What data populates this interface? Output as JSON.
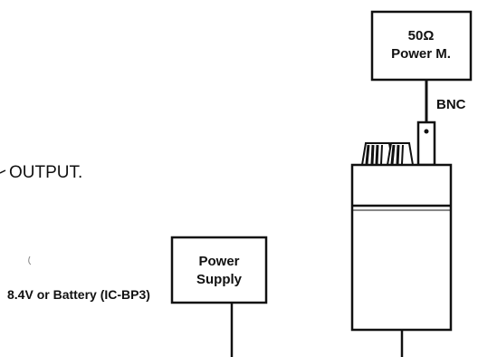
{
  "power_meter": {
    "line1": "50Ω",
    "line2": "Power M."
  },
  "connector": {
    "label": "BNC"
  },
  "output_label": "OUTPUT.",
  "power_supply": {
    "line1": "Power",
    "line2": "Supply"
  },
  "supply_note": "8.4V or Battery (IC-BP3)"
}
